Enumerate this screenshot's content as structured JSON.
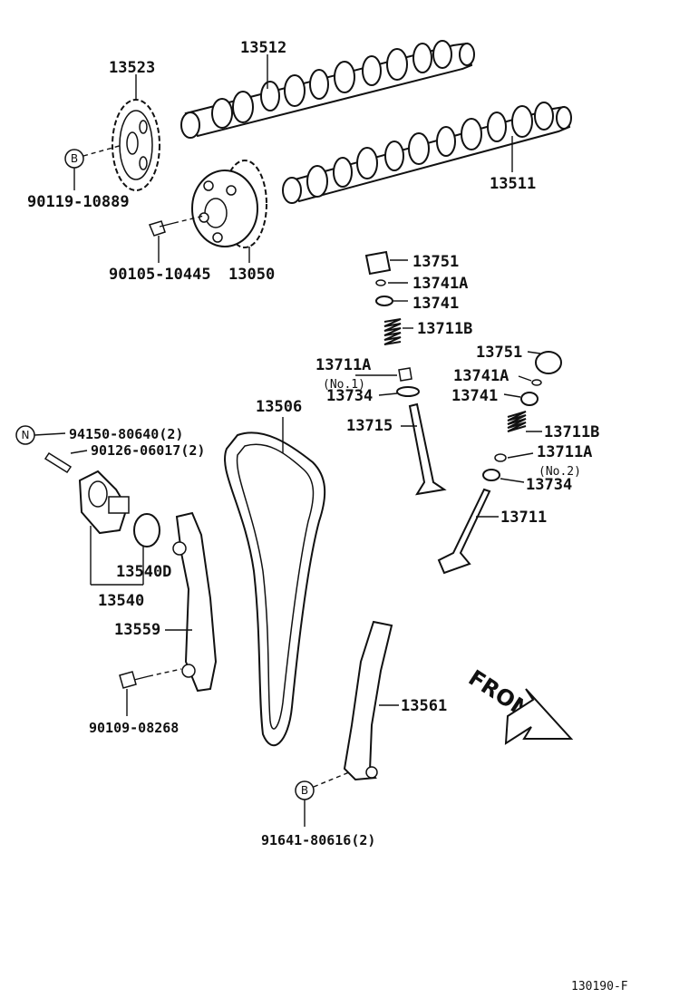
{
  "labels": {
    "p13523": "13523",
    "p13512": "13512",
    "p90119": "90119-10889",
    "p13511": "13511",
    "p90105": "90105-10445",
    "p13050": "13050",
    "p13751_a": "13751",
    "p13741a_a": "13741A",
    "p13741_a": "13741",
    "p13711b_a": "13711B",
    "p13711a_a": "13711A",
    "no1": "(No.1)",
    "p13734_a": "13734",
    "p13751_b": "13751",
    "p13741a_b": "13741A",
    "p13741_b": "13741",
    "p13506": "13506",
    "p13715": "13715",
    "p13711b_b": "13711B",
    "p13711a_b": "13711A",
    "no2": "(No.2)",
    "p13734_b": "13734",
    "p13711": "13711",
    "p94150": "94150-80640(2)",
    "p90126": "90126-06017(2)",
    "p13540d": "13540D",
    "p13540": "13540",
    "p13559": "13559",
    "p90109": "90109-08268",
    "p13561": "13561",
    "p91641": "91641-80616(2)",
    "front": "FRONT",
    "figure_code": "130190-F"
  },
  "markers": {
    "b1": "B",
    "n1": "N",
    "b2": "B"
  }
}
